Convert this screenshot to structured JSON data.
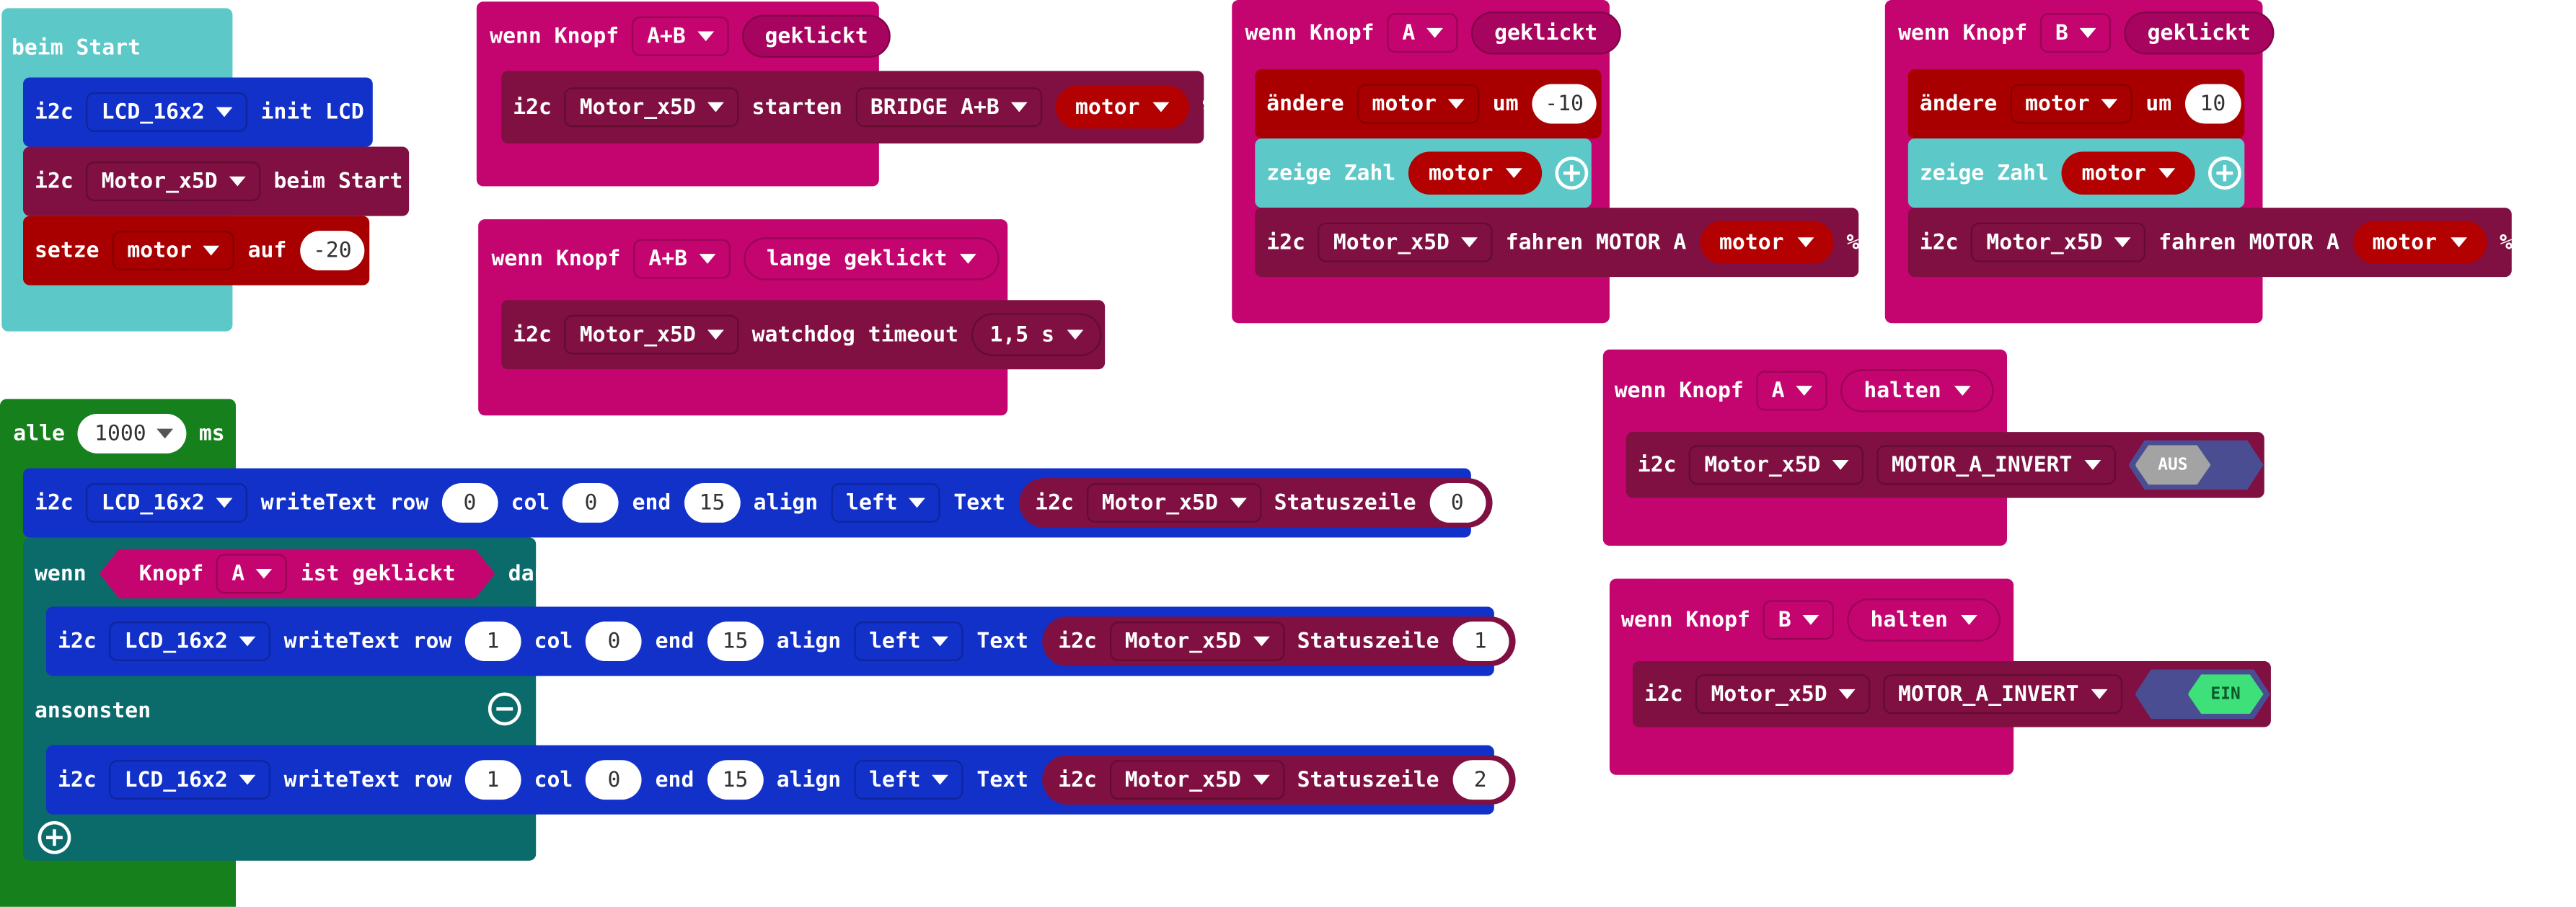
{
  "colors": {
    "basic_cyan": "#5cc8c8",
    "variable_red": "#a80000",
    "i2c_blue": "#1131c9",
    "i2c_motor_dark": "#7f1041",
    "input_magenta": "#c4056f",
    "loop_green": "#16811c",
    "logic_teal": "#0b6b6b"
  },
  "on_start": {
    "header": "beim Start",
    "lcd_init": {
      "prefix": "i2c",
      "device": "LCD_16x2",
      "action": "init LCD"
    },
    "motor_start": {
      "prefix": "i2c",
      "device": "Motor_x5D",
      "action": "beim Start"
    },
    "set_var": {
      "keyword": "setze",
      "variable": "motor",
      "to": "auf",
      "value": "-20"
    }
  },
  "on_ab_click": {
    "when": "wenn Knopf",
    "button": "A+B",
    "event": "geklickt",
    "stmt": {
      "prefix": "i2c",
      "device": "Motor_x5D",
      "action": "starten",
      "mode": "BRIDGE A+B",
      "variable": "motor",
      "unit": "%"
    }
  },
  "on_ab_long": {
    "when": "wenn Knopf",
    "button": "A+B",
    "event": "lange geklickt",
    "stmt": {
      "prefix": "i2c",
      "device": "Motor_x5D",
      "action": "watchdog timeout",
      "timeout": "1,5 s"
    }
  },
  "on_a_click": {
    "when": "wenn Knopf",
    "button": "A",
    "event": "geklickt",
    "change": {
      "keyword": "ändere",
      "variable": "motor",
      "by": "um",
      "value": "-10"
    },
    "show": {
      "label": "zeige Zahl",
      "variable": "motor"
    },
    "drive": {
      "prefix": "i2c",
      "device": "Motor_x5D",
      "action": "fahren MOTOR A",
      "variable": "motor",
      "unit": "%"
    }
  },
  "on_b_click": {
    "when": "wenn Knopf",
    "button": "B",
    "event": "geklickt",
    "change": {
      "keyword": "ändere",
      "variable": "motor",
      "by": "um",
      "value": "10"
    },
    "show": {
      "label": "zeige Zahl",
      "variable": "motor"
    },
    "drive": {
      "prefix": "i2c",
      "device": "Motor_x5D",
      "action": "fahren MOTOR A",
      "variable": "motor",
      "unit": "%"
    }
  },
  "on_a_hold": {
    "when": "wenn Knopf",
    "button": "A",
    "event": "halten",
    "stmt": {
      "prefix": "i2c",
      "device": "Motor_x5D",
      "setting": "MOTOR_A_INVERT",
      "toggle": "AUS"
    }
  },
  "on_b_hold": {
    "when": "wenn Knopf",
    "button": "B",
    "event": "halten",
    "stmt": {
      "prefix": "i2c",
      "device": "Motor_x5D",
      "setting": "MOTOR_A_INVERT",
      "toggle": "EIN"
    }
  },
  "loop": {
    "label": "alle",
    "interval": "1000",
    "unit": "ms",
    "write0": {
      "prefix": "i2c",
      "device": "LCD_16x2",
      "action": "writeText row",
      "row": "0",
      "col_label": "col",
      "col": "0",
      "end_label": "end",
      "end": "15",
      "align_label": "align",
      "align": "left",
      "text_label": "Text",
      "rep_prefix": "i2c",
      "rep_device": "Motor_x5D",
      "rep_fn": "Statuszeile",
      "rep_arg": "0"
    },
    "if_label": "wenn",
    "cond": {
      "sensor": "Knopf",
      "button": "A",
      "state": "ist geklickt"
    },
    "then_label": "dann",
    "write1": {
      "prefix": "i2c",
      "device": "LCD_16x2",
      "action": "writeText row",
      "row": "1",
      "col_label": "col",
      "col": "0",
      "end_label": "end",
      "end": "15",
      "align_label": "align",
      "align": "left",
      "text_label": "Text",
      "rep_prefix": "i2c",
      "rep_device": "Motor_x5D",
      "rep_fn": "Statuszeile",
      "rep_arg": "1"
    },
    "else_label": "ansonsten",
    "write2": {
      "prefix": "i2c",
      "device": "LCD_16x2",
      "action": "writeText row",
      "row": "1",
      "col_label": "col",
      "col": "0",
      "end_label": "end",
      "end": "15",
      "align_label": "align",
      "align": "left",
      "text_label": "Text",
      "rep_prefix": "i2c",
      "rep_device": "Motor_x5D",
      "rep_fn": "Statuszeile",
      "rep_arg": "2"
    }
  }
}
